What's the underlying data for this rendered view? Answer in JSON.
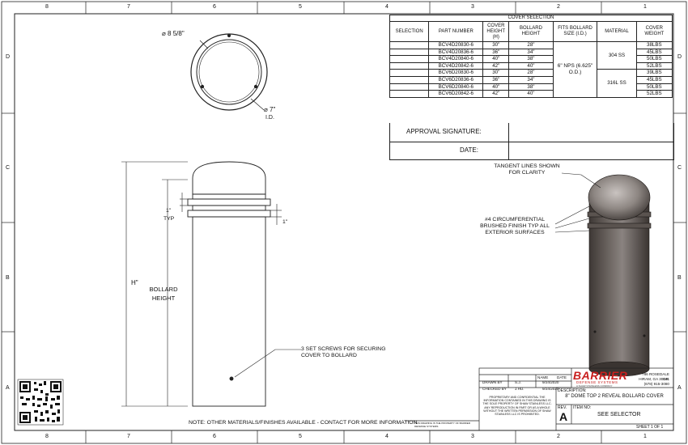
{
  "sheet": {
    "zones_top": [
      "8",
      "7",
      "6",
      "5",
      "4",
      "3",
      "2",
      "1"
    ],
    "zones_bottom": [
      "8",
      "7",
      "6",
      "5",
      "4",
      "3",
      "2",
      "1"
    ],
    "zones_left": [
      "D",
      "C",
      "B",
      "A"
    ],
    "zones_right": [
      "D",
      "C",
      "B",
      "A"
    ]
  },
  "top_view": {
    "outer_dim": "⌀ 8 5/8\"",
    "inner_dim": "⌀ 7\"",
    "inner_dim_note": "I.D."
  },
  "cover_table": {
    "title": "COVER SELECTION",
    "headers": [
      "SELECTION",
      "PART NUMBER",
      "COVER HEIGHT (H)",
      "BOLLARD HEIGHT",
      "FITS BOLLARD SIZE (I.D.)",
      "MATERIAL",
      "COVER WEIGHT"
    ],
    "rows": [
      {
        "part": "BCV4D20830-6",
        "cover": "30\"",
        "bollard": "28\"",
        "weight": "38LBS"
      },
      {
        "part": "BCV4D20836-6",
        "cover": "36\"",
        "bollard": "34\"",
        "weight": "45LBS"
      },
      {
        "part": "BCV4D20840-6",
        "cover": "40\"",
        "bollard": "38\"",
        "weight": "50LBS"
      },
      {
        "part": "BCV4D20842-6",
        "cover": "42\"",
        "bollard": "40\"",
        "weight": "52LBS"
      },
      {
        "part": "BCV6D20830-6",
        "cover": "30\"",
        "bollard": "28\"",
        "weight": "39LBS"
      },
      {
        "part": "BCV6D20836-6",
        "cover": "36\"",
        "bollard": "34\"",
        "weight": "45LBS"
      },
      {
        "part": "BCV6D20840-6",
        "cover": "40\"",
        "bollard": "38\"",
        "weight": "50LBS"
      },
      {
        "part": "BCV6D20842-6",
        "cover": "42\"",
        "bollard": "40\"",
        "weight": "52LBS"
      }
    ],
    "fits_size": "6\" NPS (6.625\" O.D.)",
    "material_a": "304 SS",
    "material_b": "316L SS",
    "approval_label": "APPROVAL SIGNATURE:",
    "date_label": "DATE:"
  },
  "side_view": {
    "typ_dim": "1\"",
    "typ_label": "TYP",
    "gap_dim": "1\"",
    "h_label": "H\"",
    "bollard_height": "BOLLARD HEIGHT",
    "set_screws": "3 SET SCREWS FOR SECURING COVER TO BOLLARD"
  },
  "iso_view": {
    "tangent": "TANGENT LINES SHOWN FOR CLARITY",
    "finish": "#4 CIRCUMFERENTIAL BRUSHED FINISH TYP ALL EXTERIOR SURFACES"
  },
  "notes": {
    "bottom": "NOTE: OTHER MATERIALS/FINISHES AVAILABLE - CONTACT FOR MORE INFORMATION",
    "tiny": "THIS DRAWING IS THE PROPERTY OF BARRIER DEFENSE SYSTEMS"
  },
  "title_block": {
    "name_hdr": "NAME",
    "date_hdr": "DATE",
    "drawn_by": "DRAWN BY",
    "drawn_name": "S.J.",
    "drawn_date": "9/24/2020",
    "checked_by": "CHECKED BY",
    "checked_name": "J.HU.",
    "checked_date": "9/24/2020",
    "proprietary": "PROPRIETARY AND CONFIDENTIAL THE INFORMATION CONTAINED IN THIS DRAWING IS THE SOLE PROPERTY OF SHAW STAINLESS LLC. ANY REPRODUCTION IN PART OR AS A WHOLE WITHOUT THE WRITTEN PERMISSION OF SHAW STAINLESS LLC IS PROHIBITED.",
    "brand": "BARRIER",
    "brand_sub": "DEFENSE SYSTEMS",
    "brand_tag": "A SHAW STAINLESS COMPANY",
    "address1": "786 ROSEDALE DR.",
    "address2": "HIRAM, GA 30141",
    "phone": "(678) 915-3080",
    "desc_label": "DESCRIPTION:",
    "description": "8\" DOME TOP 2 REVEAL BOLLARD COVER",
    "rev_label": "REV.",
    "rev": "A",
    "item_label": "ITEM NO:",
    "item": "SEE SELECTOR",
    "sheet": "SHEET 1 OF 1"
  },
  "colors": {
    "line": "#222222",
    "bollard_dark": "#4a4440",
    "bollard_mid": "#7d7672",
    "brand_red": "#c8201f"
  }
}
